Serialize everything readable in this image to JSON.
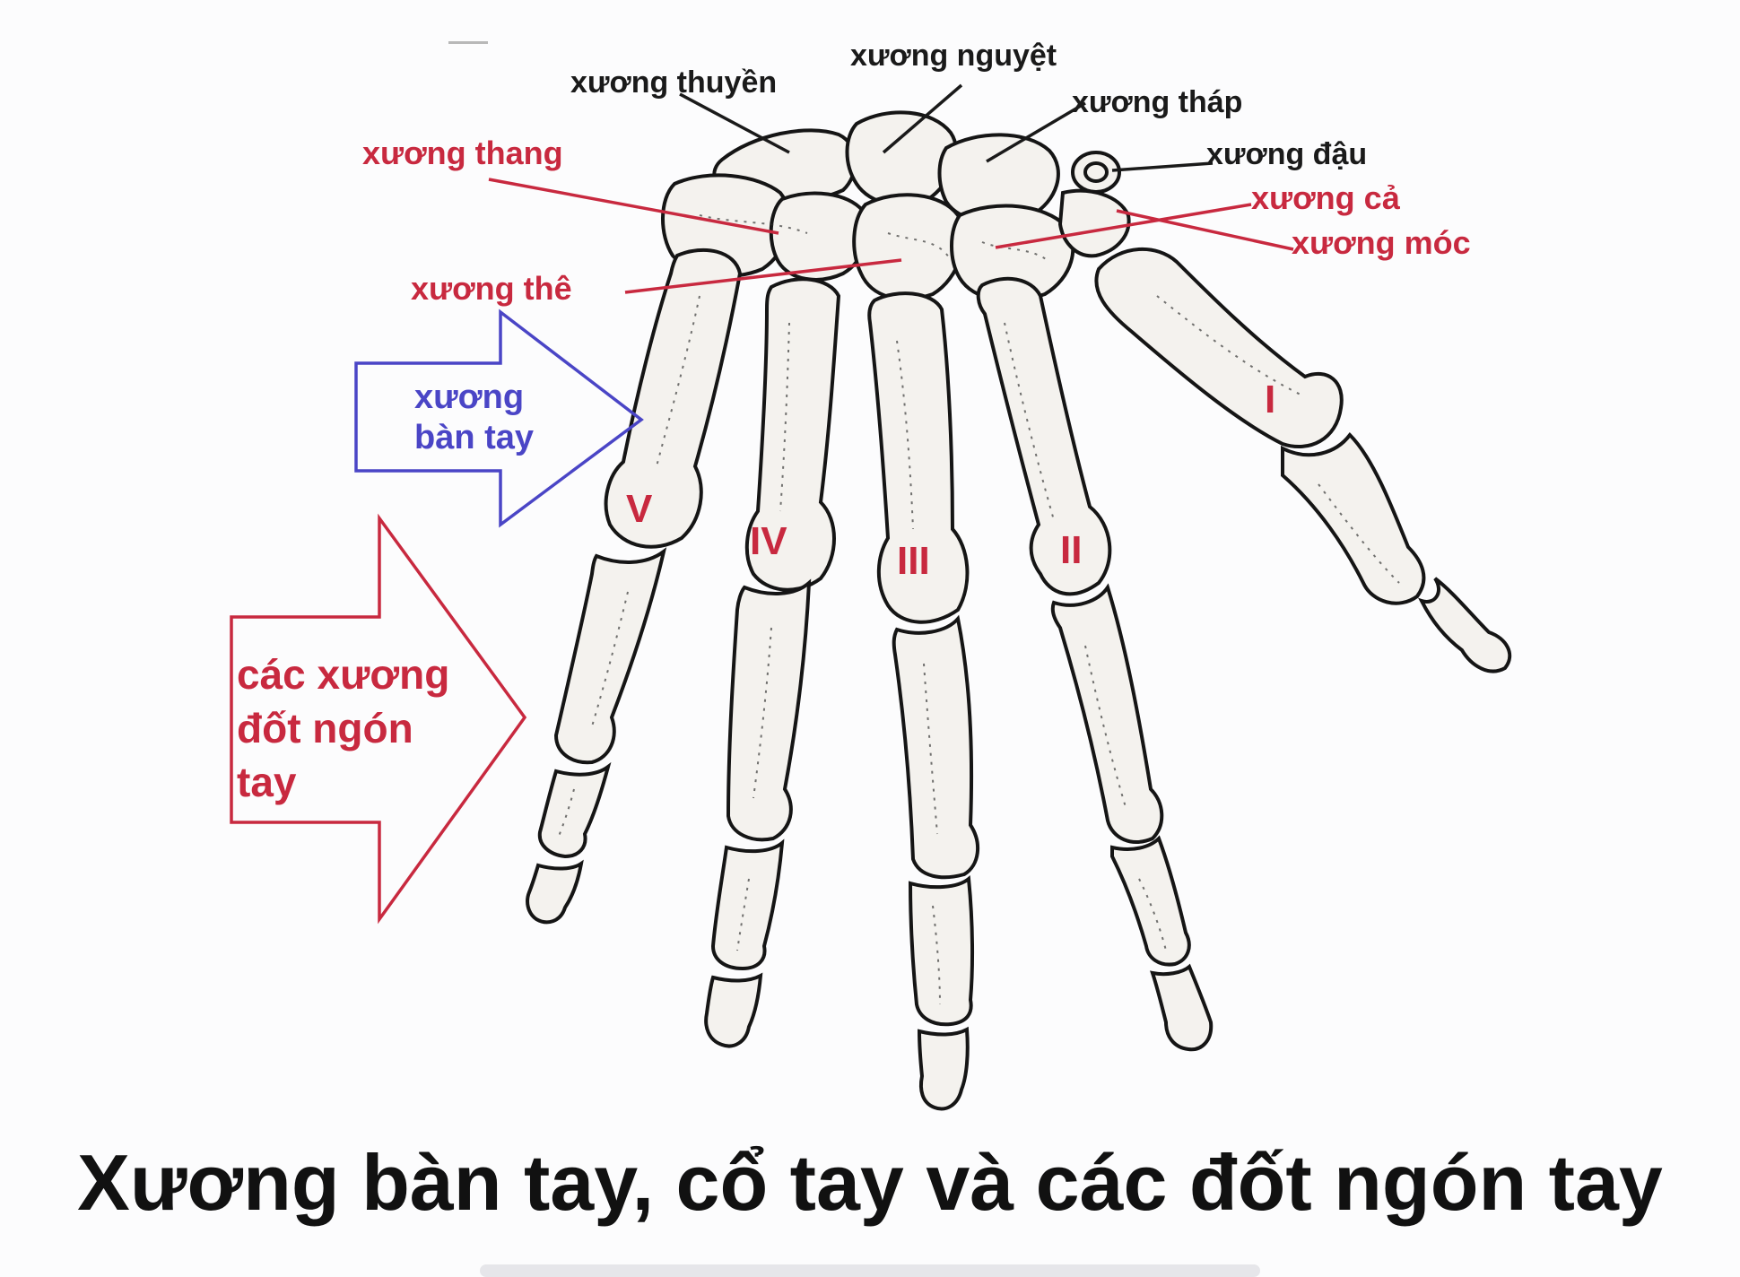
{
  "diagram": {
    "carpal_labels": {
      "thuyen": "xương thuyền",
      "nguyet": "xương nguyệt",
      "thap": "xương tháp",
      "dau": "xương đậu",
      "thang": "xương thang",
      "ca": "xương cả",
      "moc": "xương móc",
      "the": "xương thê"
    },
    "metacarpal_arrow": {
      "line1": "xương",
      "line2": "bàn tay"
    },
    "phalanges_arrow": {
      "line1": "các xương",
      "line2": "đốt ngón",
      "line3": "tay"
    },
    "finger_numerals": [
      "V",
      "IV",
      "III",
      "II",
      "I"
    ]
  },
  "caption": "Xương bàn tay, cổ tay và các đốt ngón tay",
  "colors": {
    "red": "#c8293f",
    "blue": "#4a45c6",
    "black": "#1a1a1a"
  }
}
